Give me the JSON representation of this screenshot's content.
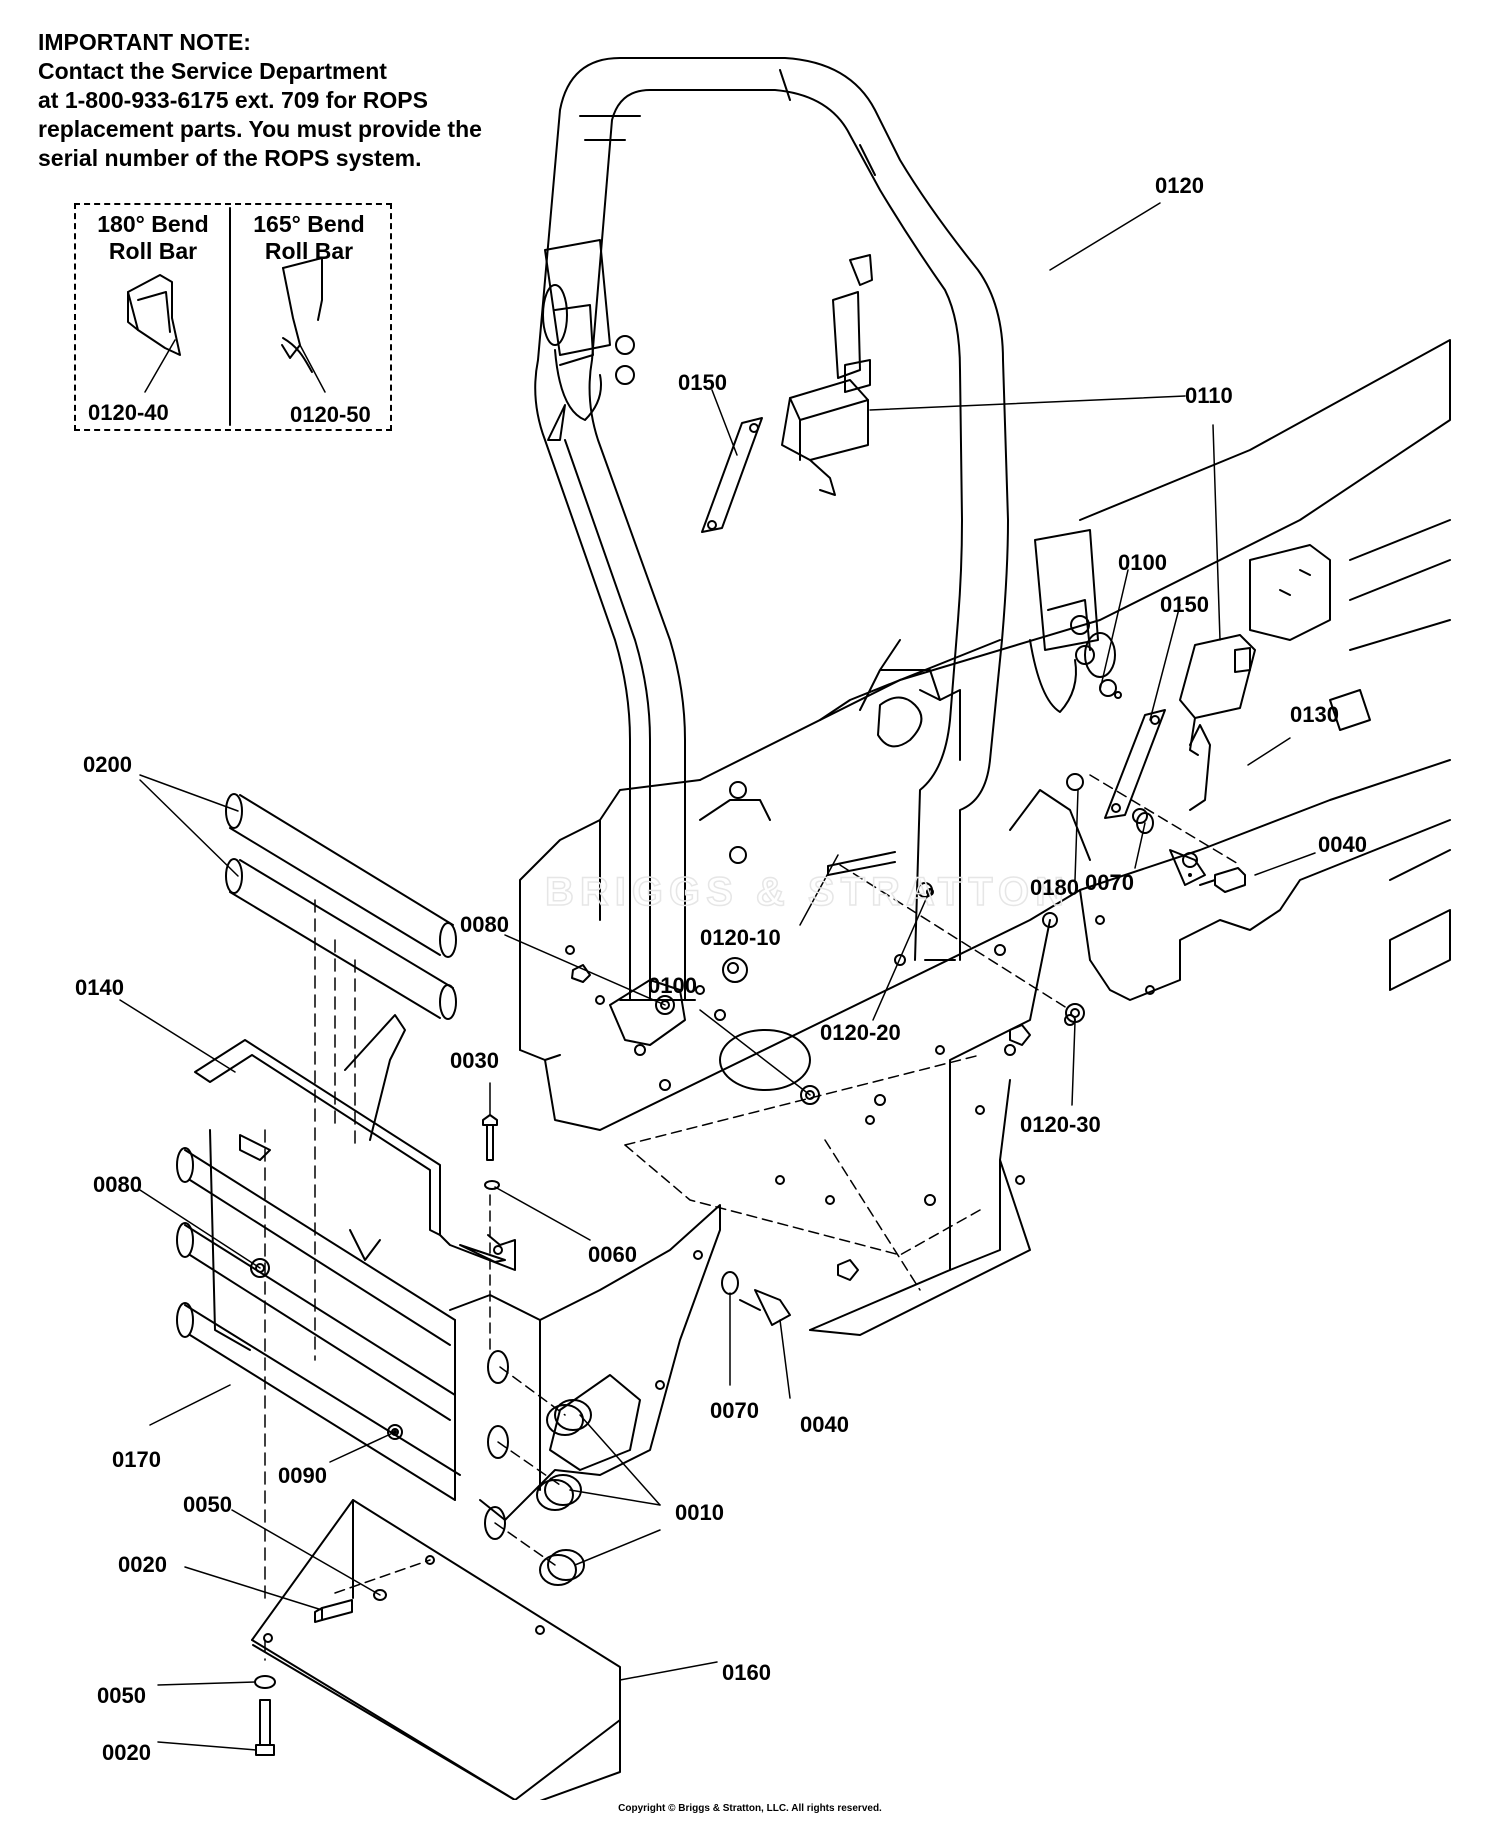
{
  "note": {
    "heading": "IMPORTANT NOTE:",
    "lines": [
      "Contact the Service Department",
      "at 1-800-933-6175 ext. 709 for ROPS",
      "replacement parts. You must provide the",
      "serial number of the ROPS system."
    ]
  },
  "inset": {
    "left_title": [
      "180° Bend",
      "Roll Bar"
    ],
    "right_title": [
      "165° Bend",
      "Roll Bar"
    ],
    "left_callout": "0120-40",
    "right_callout": "0120-50"
  },
  "watermark": "BRIGGS & STRATTON",
  "callouts": {
    "c0120": "0120",
    "c0150_top": "0150",
    "c0110": "0110",
    "c0100_right": "0100",
    "c0150_right": "0150",
    "c0130": "0130",
    "c0040_right": "0040",
    "c0070_right": "0070",
    "c0180": "0180",
    "c0200": "0200",
    "c0080_top": "0080",
    "c0120_10": "0120-10",
    "c0100_mid": "0100",
    "c0120_20": "0120-20",
    "c0120_30": "0120-30",
    "c0140": "0140",
    "c0030": "0030",
    "c0080_left": "0080",
    "c0060": "0060",
    "c0070_bottom": "0070",
    "c0040_bottom": "0040",
    "c0170": "0170",
    "c0090": "0090",
    "c0010": "0010",
    "c0050_top": "0050",
    "c0020_top": "0020",
    "c0160": "0160",
    "c0050_bottom": "0050",
    "c0020_bottom": "0020"
  },
  "copyright": "Copyright © Briggs & Stratton, LLC. All rights reserved."
}
